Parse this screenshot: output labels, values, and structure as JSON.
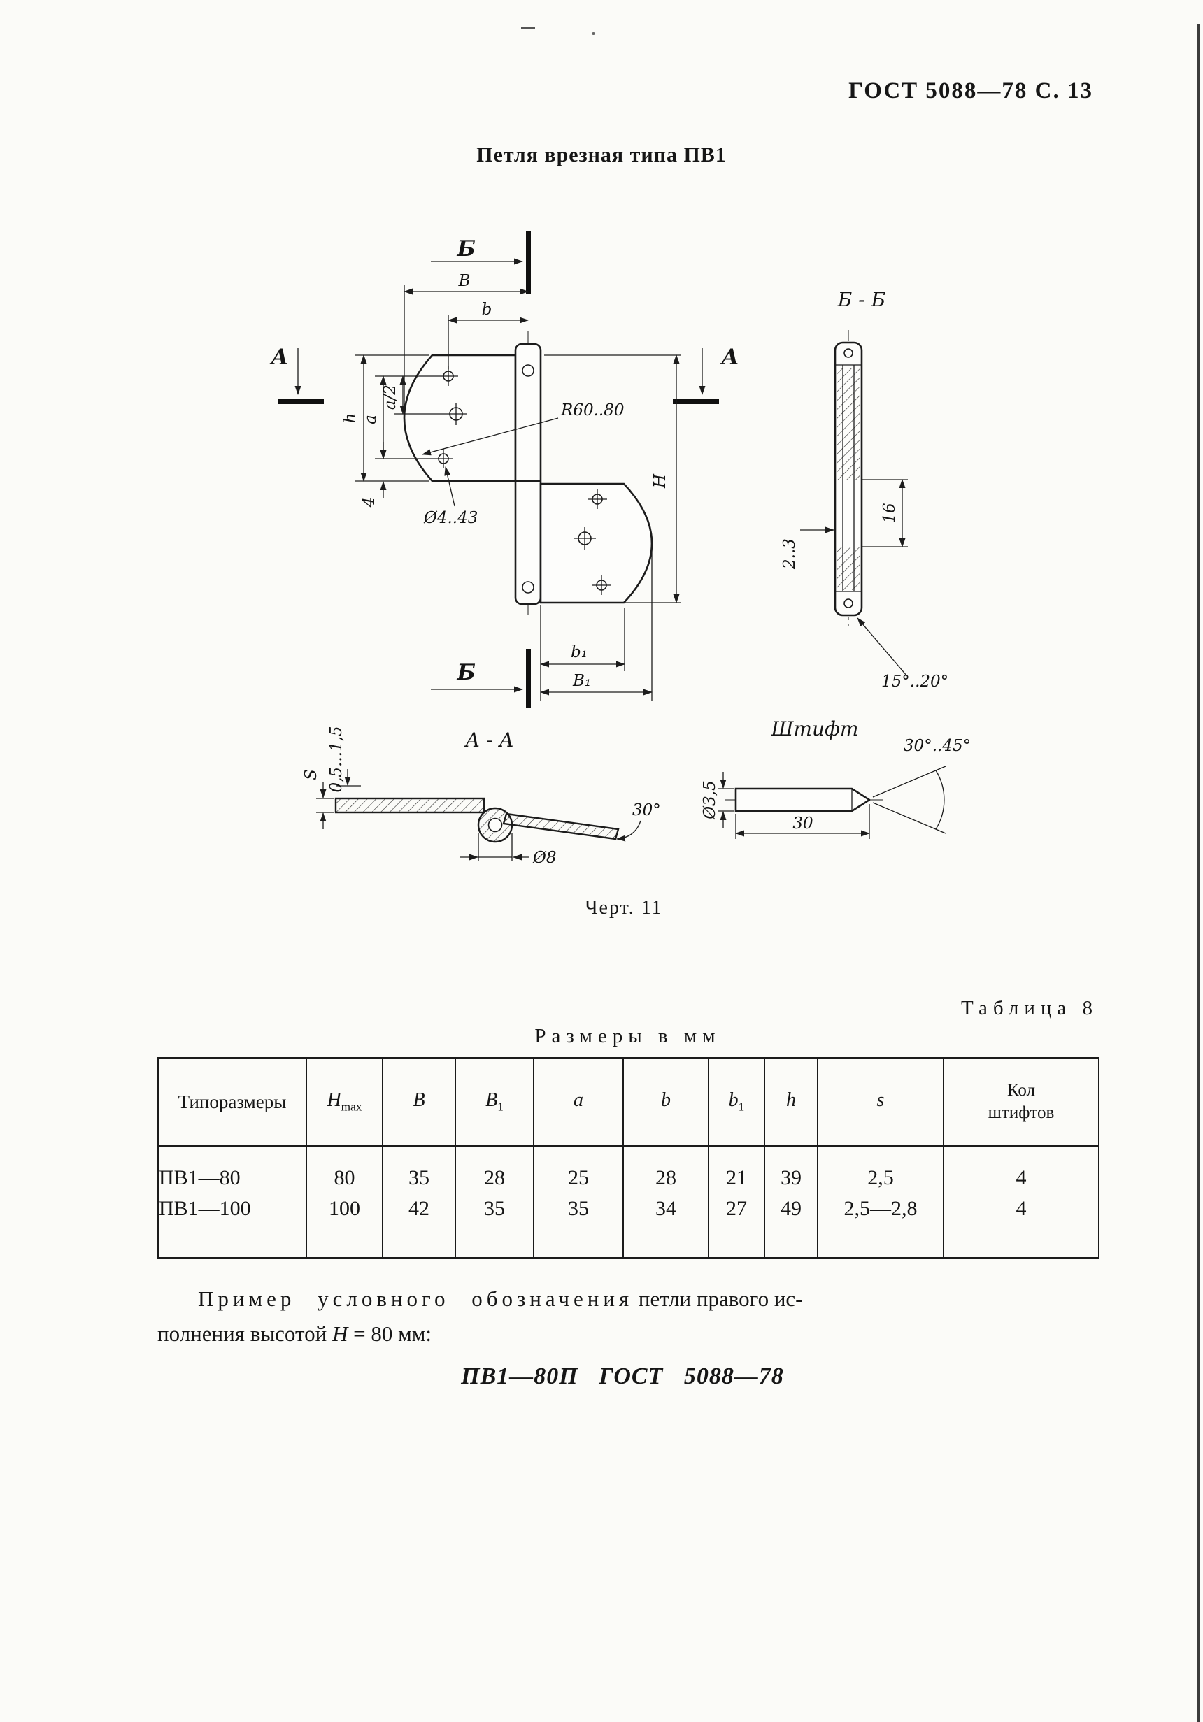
{
  "page": {
    "header": "ГОСТ 5088—78 С. 13",
    "title": "Петля врезная типа ПВ1",
    "figure_caption": "Черт. 11",
    "table_label": "Таблица 8",
    "units_label": "Размеры в мм"
  },
  "drawing": {
    "section_b": "Б",
    "section_a": "А",
    "view_bb": "Б - Б",
    "view_aa": "А - А",
    "pin_title": "Штифт",
    "dims": {
      "B": "В",
      "b": "b",
      "h": "h",
      "a": "а",
      "a_half": "а/2",
      "four": "4",
      "radius": "R60..80",
      "hole": "Ø4..43",
      "H": "Н",
      "b1": "b₁",
      "B1": "В₁",
      "sixteen": "16",
      "two_three": "2..3",
      "angle_bb": "15°..20°",
      "S": "S",
      "gap": "0,5...1,5",
      "d8": "Ø8",
      "deg30": "30°",
      "pin_angle": "30°..45°",
      "pin_d": "Ø3,5",
      "pin_len": "30"
    }
  },
  "table": {
    "headers": [
      {
        "t": "Типоразмеры",
        "s": ""
      },
      {
        "t": "Н",
        "s": "max"
      },
      {
        "t": "В",
        "s": ""
      },
      {
        "t": "В",
        "s": "1"
      },
      {
        "t": "а",
        "s": ""
      },
      {
        "t": "b",
        "s": ""
      },
      {
        "t": "b",
        "s": "1"
      },
      {
        "t": "h",
        "s": ""
      },
      {
        "t": "s",
        "s": ""
      },
      {
        "t": "Кол\nштифтов",
        "s": ""
      }
    ],
    "rows": [
      [
        "ПВ1—80",
        "80",
        "35",
        "28",
        "25",
        "28",
        "21",
        "39",
        "2,5",
        "4"
      ],
      [
        "ПВ1—100",
        "100",
        "42",
        "35",
        "35",
        "34",
        "27",
        "49",
        "2,5—2,8",
        "4"
      ]
    ]
  },
  "example": {
    "emphasis": "Пример условного обозначения",
    "line1_rest": " петли правого ис-",
    "line2_pre": "полнения высотой ",
    "line2_var": "Н",
    "line2_post": " = 80 мм:",
    "designation": "ПВ1—80П ГОСТ 5088—78"
  }
}
